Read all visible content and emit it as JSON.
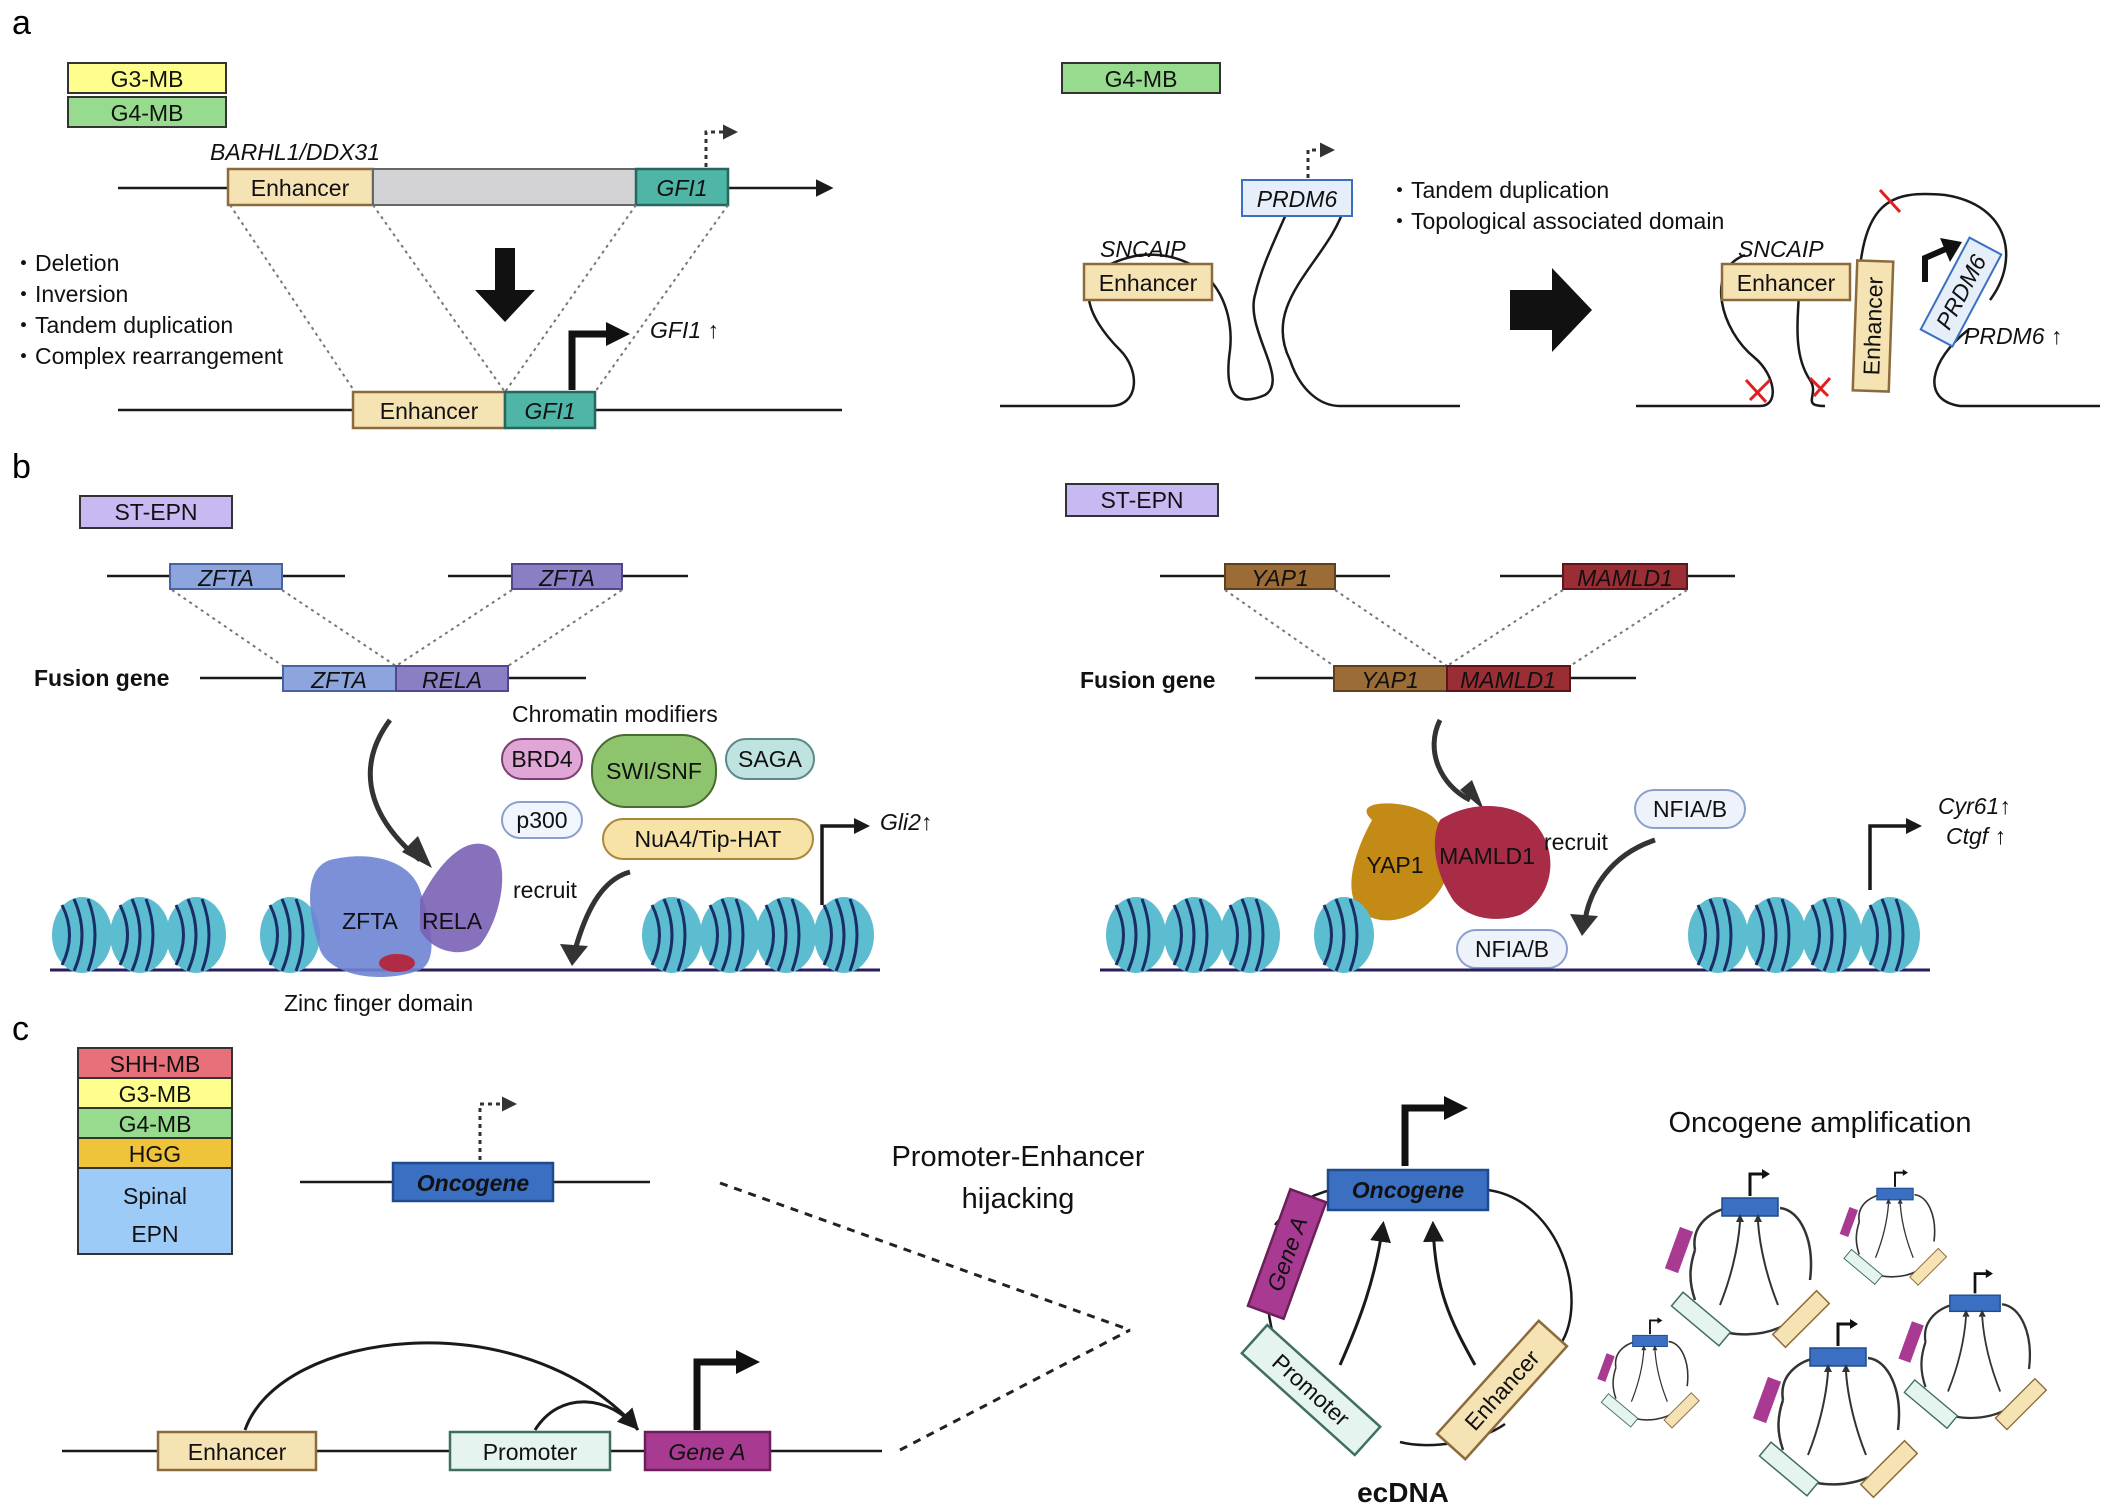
{
  "panels": {
    "a": "a",
    "b": "b",
    "c": "c"
  },
  "panel_a": {
    "left": {
      "tags": [
        "G3-MB",
        "G4-MB"
      ],
      "locus": "BARHL1/DDX31",
      "enhancer": "Enhancer",
      "gene": "GFI1",
      "events": [
        "・Deletion",
        "・Inversion",
        "・Tandem duplication",
        "・Complex rearrangement"
      ],
      "result": "GFI1 ↑"
    },
    "right": {
      "tag": "G4-MB",
      "locus": "SNCAIP",
      "enhancer": "Enhancer",
      "gene": "PRDM6",
      "events": [
        "・Tandem duplication",
        "・Topological associated domain"
      ],
      "result": "PRDM6 ↑"
    }
  },
  "panel_b": {
    "left": {
      "tag": "ST-EPN",
      "gene1": "ZFTA",
      "gene2": "RELA",
      "fusion_label": "Fusion gene",
      "chromatin_title": "Chromatin modifiers",
      "modifiers": [
        "BRD4",
        "SWI/SNF",
        "SAGA",
        "p300",
        "NuA4/Tip-HAT"
      ],
      "recruit": "recruit",
      "result": "Gli2↑",
      "zinc": "Zinc finger domain"
    },
    "right": {
      "tag": "ST-EPN",
      "gene1": "YAP1",
      "gene2": "MAMLD1",
      "fusion_label": "Fusion gene",
      "nfia": "NFIA/B",
      "recruit": "recruit",
      "result1": "Cyr61↑",
      "result2": "Ctgf ↑"
    }
  },
  "panel_c": {
    "tags": [
      "SHH-MB",
      "G3-MB",
      "G4-MB",
      "HGG",
      "Spinal",
      "EPN"
    ],
    "oncogene": "Oncogene",
    "enhancer": "Enhancer",
    "promoter": "Promoter",
    "gene_a": "Gene A",
    "hijack1": "Promoter-Enhancer",
    "hijack2": "hijacking",
    "ecdna": "ecDNA",
    "amplification": "Oncogene amplification"
  },
  "colors": {
    "g3": "#fefe8c",
    "g4": "#97dc8e",
    "shh": "#e8707b",
    "hgg": "#f0c43a",
    "spinal": "#9ccbf7",
    "st_epn": "#c8b9f3",
    "enhancer_fill": "#f6e3b3",
    "enhancer_stroke": "#8b6b3c",
    "gfi1": "#4fb5a6",
    "prdm6": "#e6eef9",
    "zfta": "#8da5dd",
    "rela": "#8b7fc4",
    "yap1": "#9b6c36",
    "mamld1": "#9b2d35",
    "oncogene": "#3a6fc1",
    "gene_a": "#a83a91",
    "promoter": "#e6f4ef",
    "nucleosome": "#5cbcd0"
  }
}
